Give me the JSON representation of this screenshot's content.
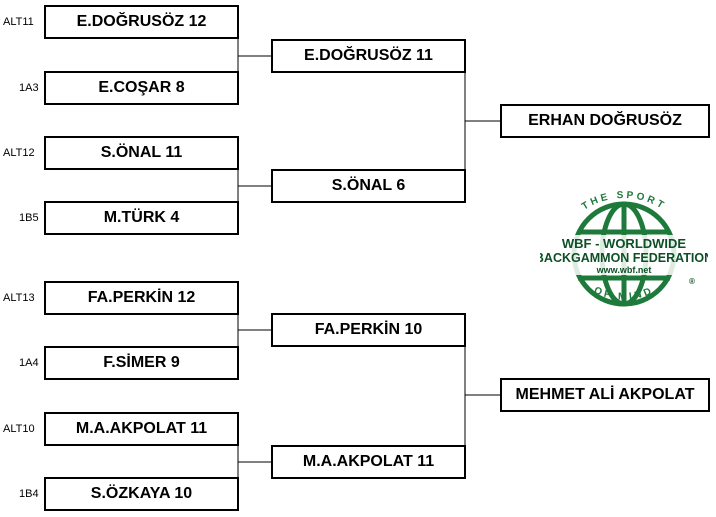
{
  "round1": [
    {
      "seed": "ALT11",
      "name": "E.DOĞRUSÖZ  12"
    },
    {
      "seed": "1A3",
      "name": "E.COŞAR  8"
    },
    {
      "seed": "ALT12",
      "name": "S.ÖNAL  11"
    },
    {
      "seed": "1B5",
      "name": "M.TÜRK  4"
    },
    {
      "seed": "ALT13",
      "name": "FA.PERKİN  12"
    },
    {
      "seed": "1A4",
      "name": "F.SİMER  9"
    },
    {
      "seed": "ALT10",
      "name": "M.A.AKPOLAT  11"
    },
    {
      "seed": "1B4",
      "name": "S.ÖZKAYA  10"
    }
  ],
  "round2": [
    {
      "name": "E.DOĞRUSÖZ  11"
    },
    {
      "name": "S.ÖNAL  6"
    },
    {
      "name": "FA.PERKİN  10"
    },
    {
      "name": "M.A.AKPOLAT  11"
    }
  ],
  "final": [
    {
      "name": "ERHAN DOĞRUSÖZ"
    },
    {
      "name": "MEHMET ALİ AKPOLAT"
    }
  ],
  "logo": {
    "top_arc": "THE SPORT",
    "line1": "WBF - WORLDWIDE",
    "line2": "BACKGAMMON FEDERATION",
    "url": "www.wbf.net",
    "bottom_arc": "OF MIND",
    "mark": "®",
    "colors": {
      "green": "#1e7a3a",
      "text": "#0d4f26"
    }
  }
}
